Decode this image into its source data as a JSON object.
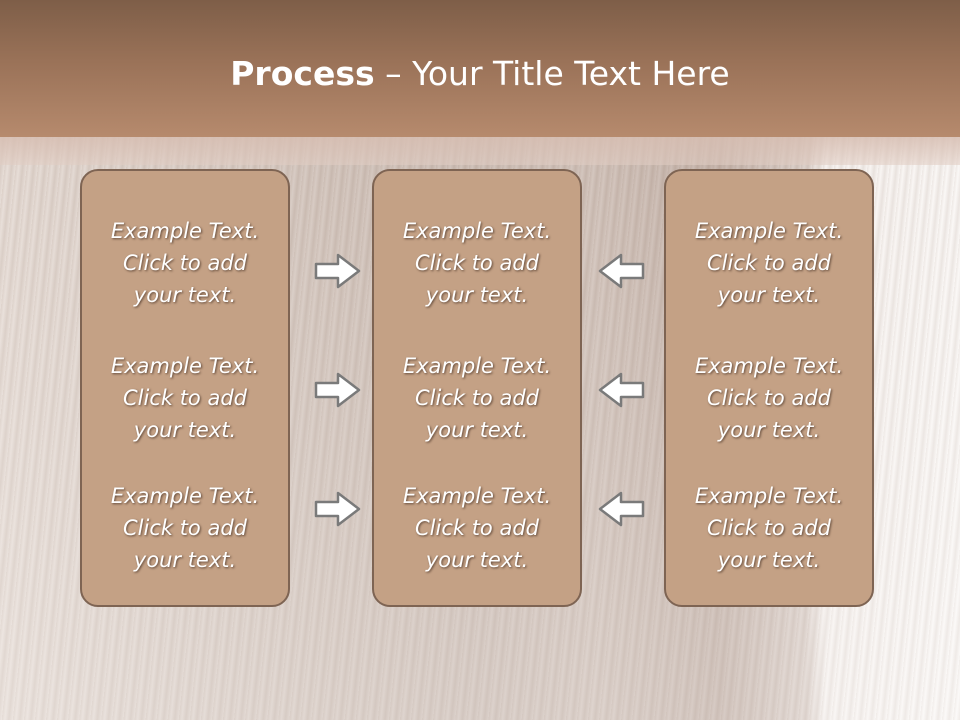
{
  "title": {
    "bold": "Process",
    "rest": " – Your Title Text Here"
  },
  "columns": [
    {
      "items": [
        {
          "lines": [
            "Example Text.",
            "Click  to add",
            "your text."
          ]
        },
        {
          "lines": [
            "Example Text.",
            "Click  to add",
            "your text."
          ]
        },
        {
          "lines": [
            "Example Text.",
            "Click  to add",
            "your text."
          ]
        }
      ]
    },
    {
      "items": [
        {
          "lines": [
            "Example Text.",
            "Click  to add",
            "your text."
          ]
        },
        {
          "lines": [
            "Example Text.",
            "Click  to add",
            "your text."
          ]
        },
        {
          "lines": [
            "Example Text.",
            "Click  to add",
            "your text."
          ]
        }
      ]
    },
    {
      "items": [
        {
          "lines": [
            "Example Text.",
            "Click  to add",
            "your text."
          ]
        },
        {
          "lines": [
            "Example Text.",
            "Click  to add",
            "your text."
          ]
        },
        {
          "lines": [
            "Example Text.",
            "Click  to add",
            "your text."
          ]
        }
      ]
    }
  ],
  "arrows": {
    "left_group": "right-arrow-icon",
    "right_group": "left-arrow-icon"
  },
  "colors": {
    "header": "#9a7258",
    "box_fill": "#c4a185",
    "box_border": "#7e6453",
    "arrow_fill": "#ffffff",
    "arrow_stroke": "#7a7a7a"
  }
}
